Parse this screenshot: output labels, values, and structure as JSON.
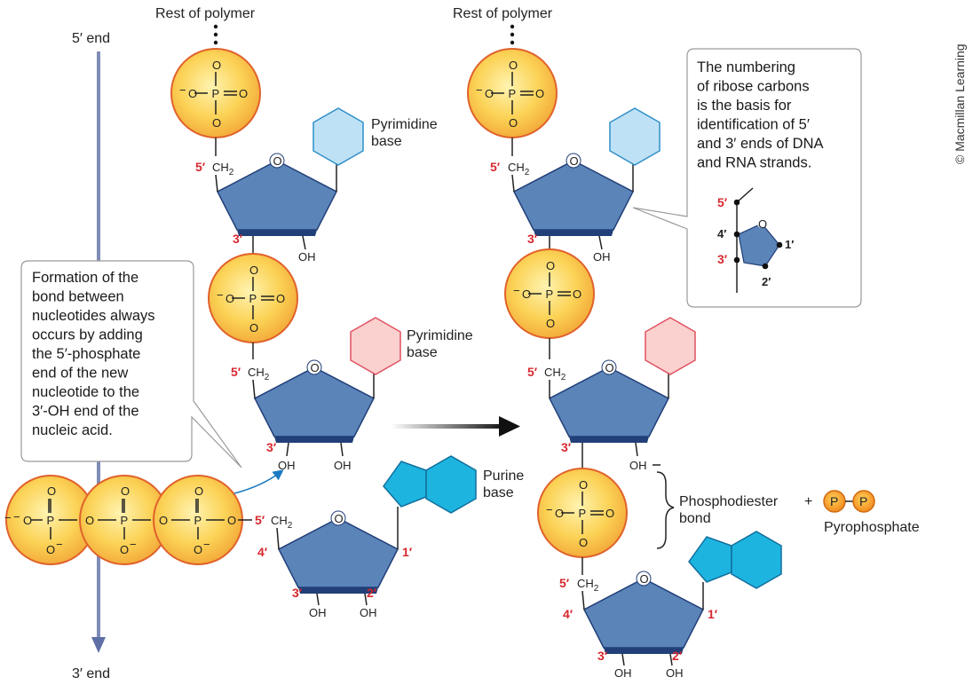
{
  "labels": {
    "end5": "5′ end",
    "end3": "3′ end",
    "rest_left": "Rest of polymer",
    "rest_right": "Rest of polymer",
    "pyr_base_1": [
      "Pyrimidine",
      "base"
    ],
    "pyr_base_2": [
      "Pyrimidine",
      "base"
    ],
    "purine_base": [
      "Purine",
      "base"
    ],
    "phosphodiester": [
      "Phosphodiester",
      "bond"
    ],
    "plus": "+",
    "pyrophosphate": "Pyrophosphate",
    "p_letter": "P",
    "copyright": "© Macmillan Learning"
  },
  "callouts": {
    "left": [
      "Formation of the",
      "bond between",
      "nucleotides always",
      "occurs by adding",
      "the 5′-phosphate",
      "end of the new",
      "nucleotide to the",
      "3′-OH end of the",
      "nucleic acid."
    ],
    "right": [
      "The numbering",
      "of ribose carbons",
      "is the basis for",
      "identification of 5′",
      "and 3′ ends of DNA",
      "and RNA strands."
    ]
  },
  "atoms": {
    "O": "O",
    "P": "P",
    "OH": "OH",
    "CH2": "CH",
    "sub2": "2",
    "minus": "−"
  },
  "primes": {
    "p5": "5′",
    "p4": "4′",
    "p3": "3′",
    "p2": "2′",
    "p1": "1′"
  },
  "colors": {
    "phosphate_fill": "#f9c24a",
    "phosphate_stroke": "#e0622a",
    "sugar": "#5b84b8",
    "sugar_dark": "#213f78",
    "pyrimidine_blue": "#bfe1f5",
    "pyrimidine_pink": "#fbd1cf",
    "purine": "#1eb4e0",
    "red": "#d7282f",
    "arrow_strand": "#7e8cb6"
  }
}
